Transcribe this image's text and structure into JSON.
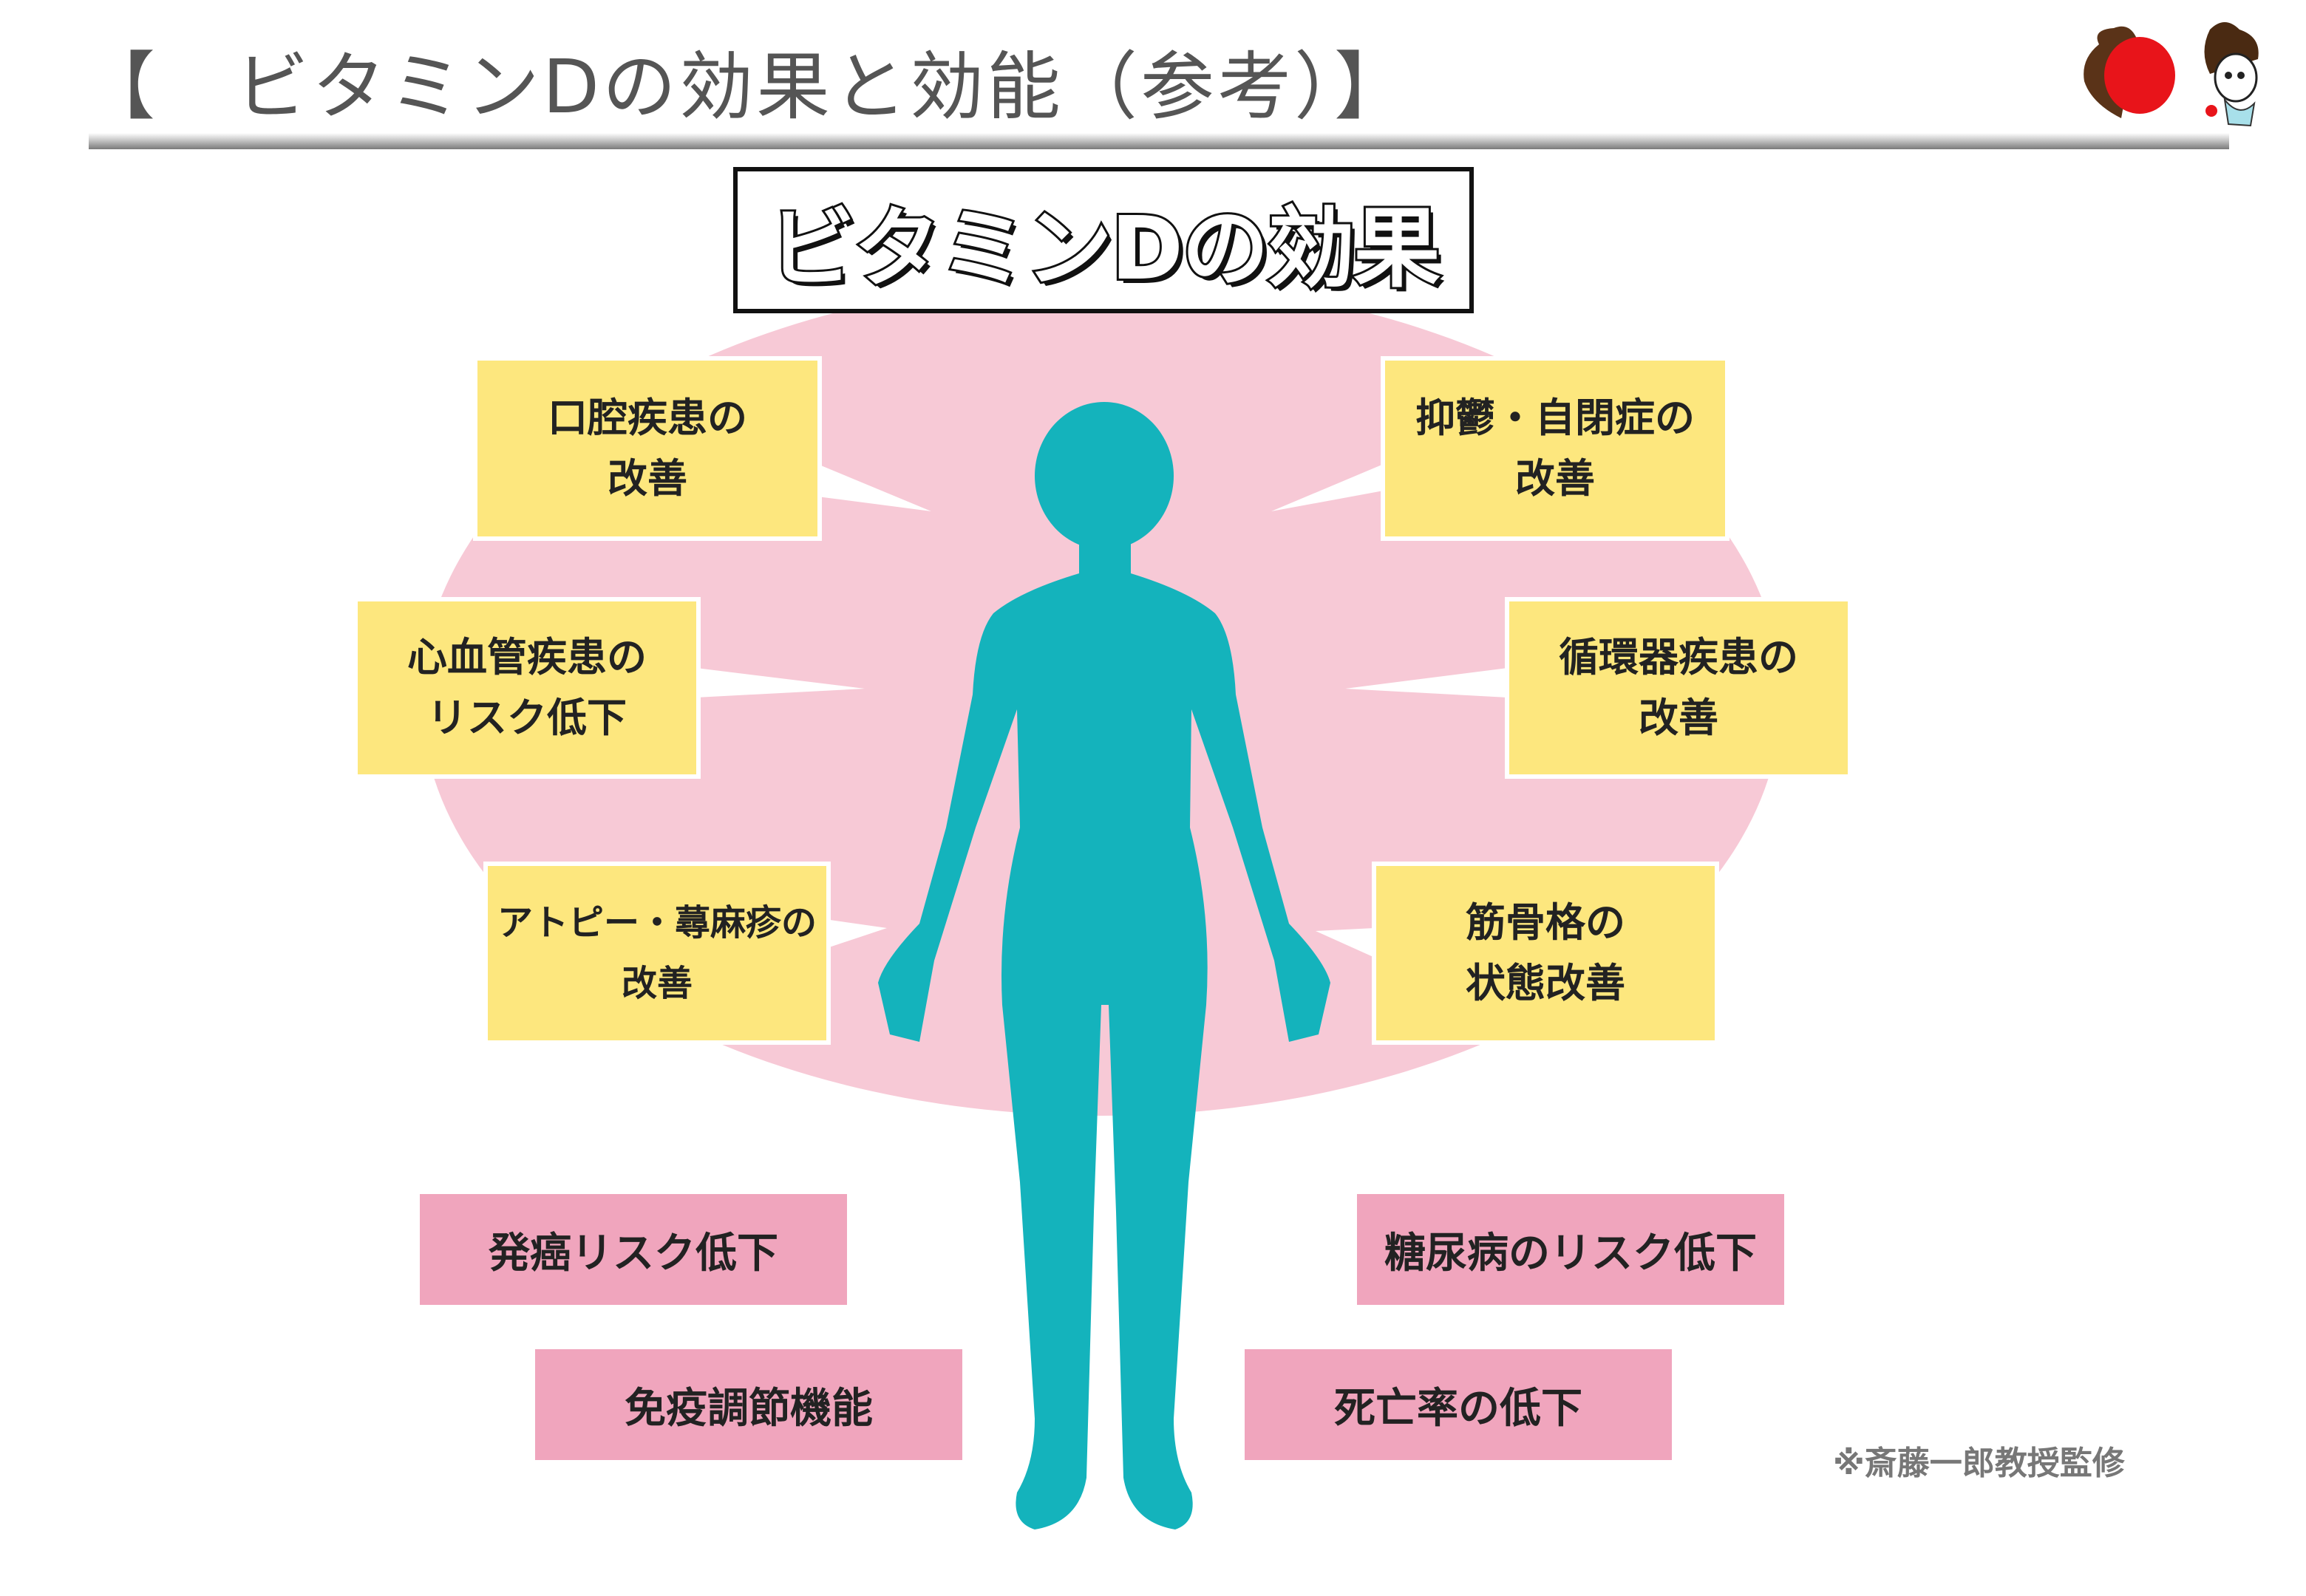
{
  "header": {
    "title": "【　ビタミンDの効果と効能（参考）】"
  },
  "heading": "ビタミンDの効果",
  "effects": [
    {
      "line1": "口腔疾患の",
      "line2": "改善"
    },
    {
      "line1": "抑鬱・自閉症の",
      "line2": "改善"
    },
    {
      "line1": "心血管疾患の",
      "line2": "リスク低下"
    },
    {
      "line1": "循環器疾患の",
      "line2": "改善"
    },
    {
      "line1": "アトピー・蕁麻疹の",
      "line2": "改善"
    },
    {
      "line1": "筋骨格の",
      "line2": "状態改善"
    }
  ],
  "benefits": [
    "発癌リスク低下",
    "糖尿病のリスク低下",
    "免疫調節機能",
    "死亡率の低下"
  ],
  "footnote": "※斎藤一郎教授監修",
  "colors": {
    "body": "#14b3bc",
    "ellipse": "#f7c9d6",
    "yellow": "#fde77e",
    "pink": "#f0a5bd",
    "title": "#555555"
  }
}
